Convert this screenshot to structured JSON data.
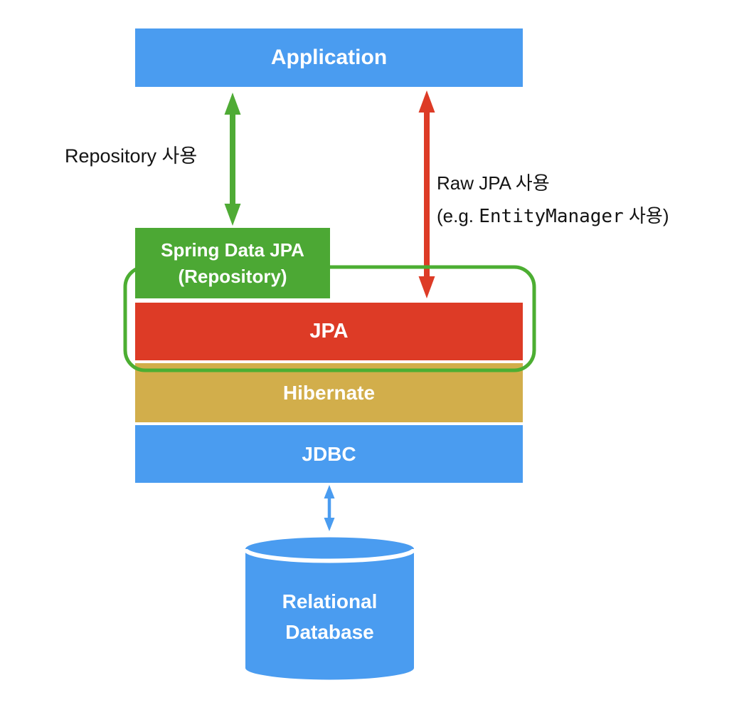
{
  "boxes": {
    "application": {
      "label": "Application",
      "color": "#4A9CF0"
    },
    "spring_data_jpa": {
      "line1": "Spring Data JPA",
      "line2": "(Repository)",
      "color": "#4CA834"
    },
    "jpa": {
      "label": "JPA",
      "color": "#DD3B26"
    },
    "hibernate": {
      "label": "Hibernate",
      "color": "#D2AE4B"
    },
    "jdbc": {
      "label": "JDBC",
      "color": "#4A9CF0"
    }
  },
  "database": {
    "line1": "Relational",
    "line2": "Database",
    "color": "#4A9CF0"
  },
  "annotations": {
    "repository_usage": "Repository 사용",
    "raw_jpa_line1": "Raw JPA 사용",
    "raw_jpa_line2_open": "(e.g. ",
    "raw_jpa_line2_code": "EntityManager",
    "raw_jpa_line2_close": " 사용)"
  },
  "arrows": {
    "repository_color": "#4FAB35",
    "raw_jpa_color": "#DD3B26",
    "jdbc_db_color": "#4A9CF0"
  },
  "outline": {
    "color": "#4CAE32"
  }
}
